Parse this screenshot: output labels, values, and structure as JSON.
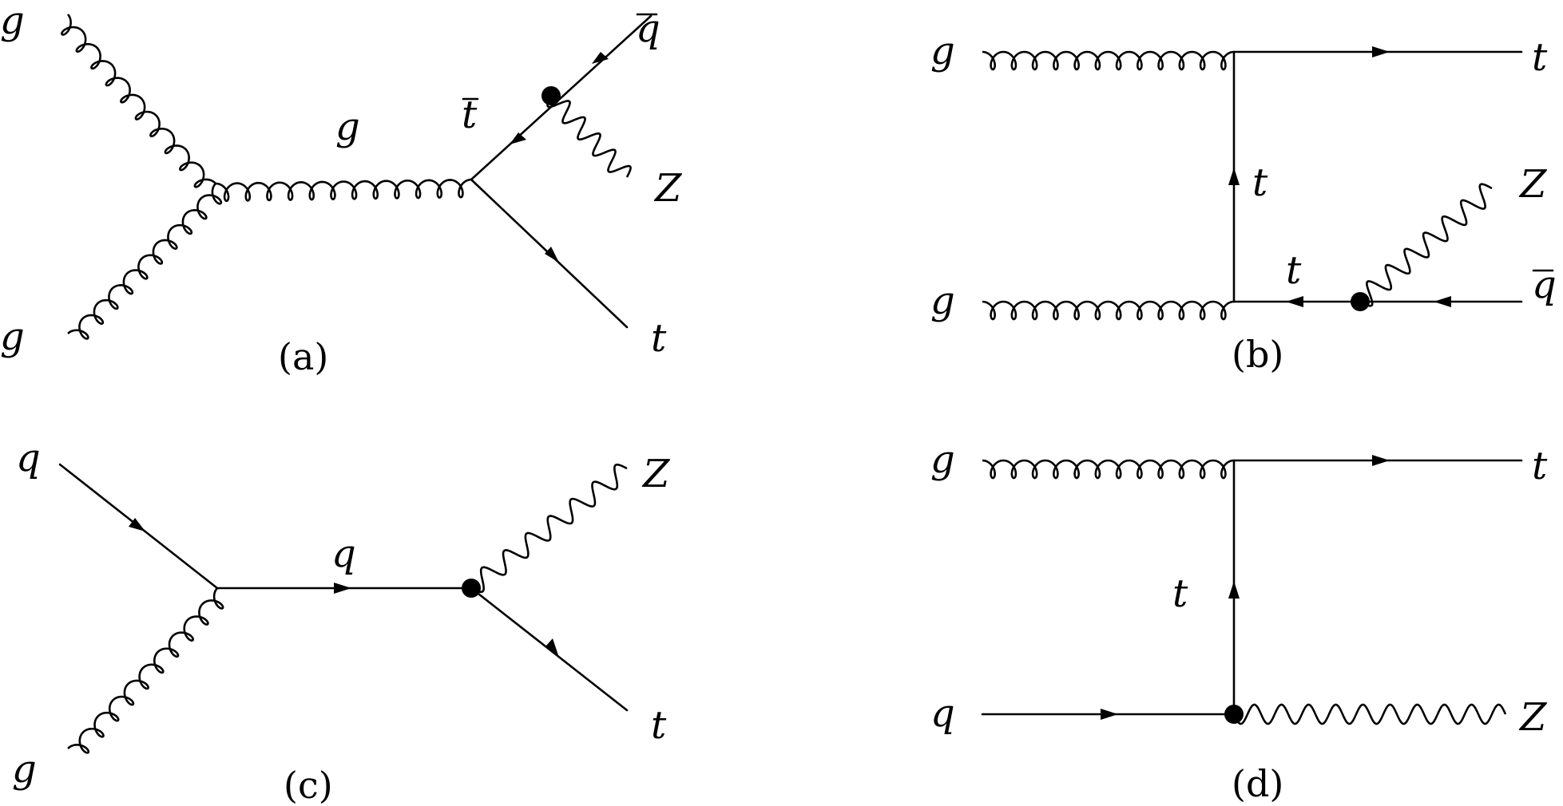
{
  "diagrams": {
    "a": {
      "caption": "(a)",
      "labels": {
        "g_top": "g",
        "g_bottom": "g",
        "g_mid": "g",
        "tbar": "t",
        "qbar": "q",
        "z": "Z",
        "t": "t"
      }
    },
    "b": {
      "caption": "(b)",
      "labels": {
        "g_top": "g",
        "g_bottom": "g",
        "t_out": "t",
        "t_vert": "t",
        "t_horiz": "t",
        "z": "Z",
        "qbar": "q"
      }
    },
    "c": {
      "caption": "(c)",
      "labels": {
        "q_in": "q",
        "g_in": "g",
        "q_mid": "q",
        "z": "Z",
        "t": "t"
      }
    },
    "d": {
      "caption": "(d)",
      "labels": {
        "g_in": "g",
        "q_in": "q",
        "t_out": "t",
        "t_vert": "t",
        "z": "Z"
      }
    }
  }
}
